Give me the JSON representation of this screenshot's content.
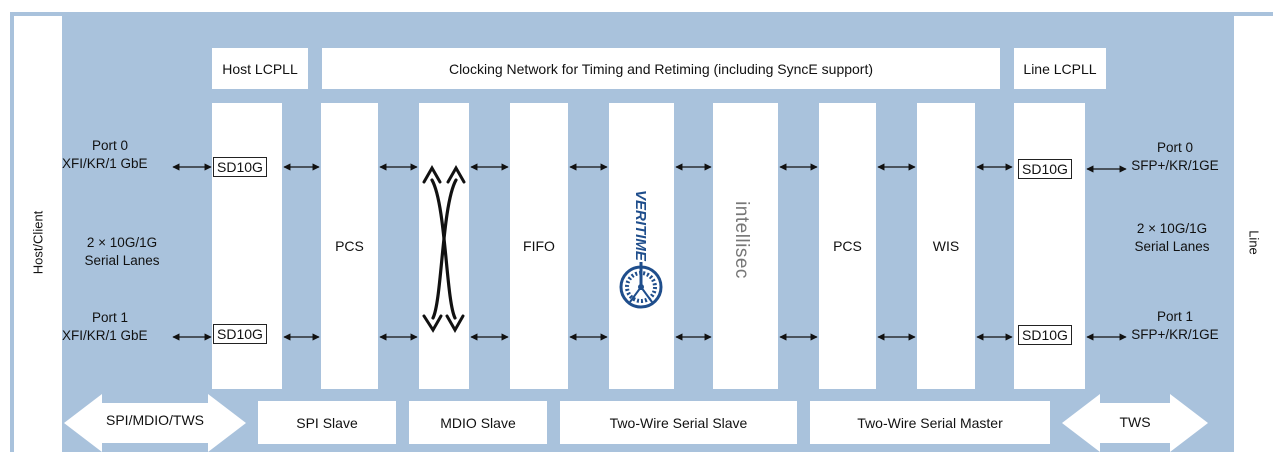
{
  "side": {
    "left_label": "Host/Client",
    "right_label": "Line"
  },
  "top": {
    "host_pll": "Host LCPLL",
    "clocking": "Clocking Network for Timing and Retiming (including SyncE support)",
    "line_pll": "Line LCPLL"
  },
  "left_ports": {
    "port0": {
      "name": "Port 0",
      "type": "XFI/KR/1 GbE"
    },
    "lanes": {
      "line1": "2 × 10G/1G",
      "line2": "Serial Lanes"
    },
    "port1": {
      "name": "Port 1",
      "type": "XFI/KR/1 GbE"
    }
  },
  "right_ports": {
    "port0": {
      "name": "Port 0",
      "type": "SFP+/KR/1GE"
    },
    "lanes": {
      "line1": "2 × 10G/1G",
      "line2": "Serial Lanes"
    },
    "port1": {
      "name": "Port 1",
      "type": "SFP+/KR/1GE"
    }
  },
  "serdes_label": "SD10G",
  "columns": {
    "host_pcs": "PCS",
    "fifo": "FIFO",
    "veritime": "VeriTime",
    "intellisec": "intellisec",
    "line_pcs": "PCS",
    "wis": "WIS"
  },
  "bottom": {
    "left_arrow": "SPI/MDIO/TWS",
    "spi_slave": "SPI Slave",
    "mdio_slave": "MDIO Slave",
    "tw_slave": "Two-Wire Serial Slave",
    "tw_master": "Two-Wire Serial Master",
    "right_arrow": "TWS"
  },
  "colors": {
    "background": "#a9c2dc",
    "veritime": "#1f4e8c"
  }
}
